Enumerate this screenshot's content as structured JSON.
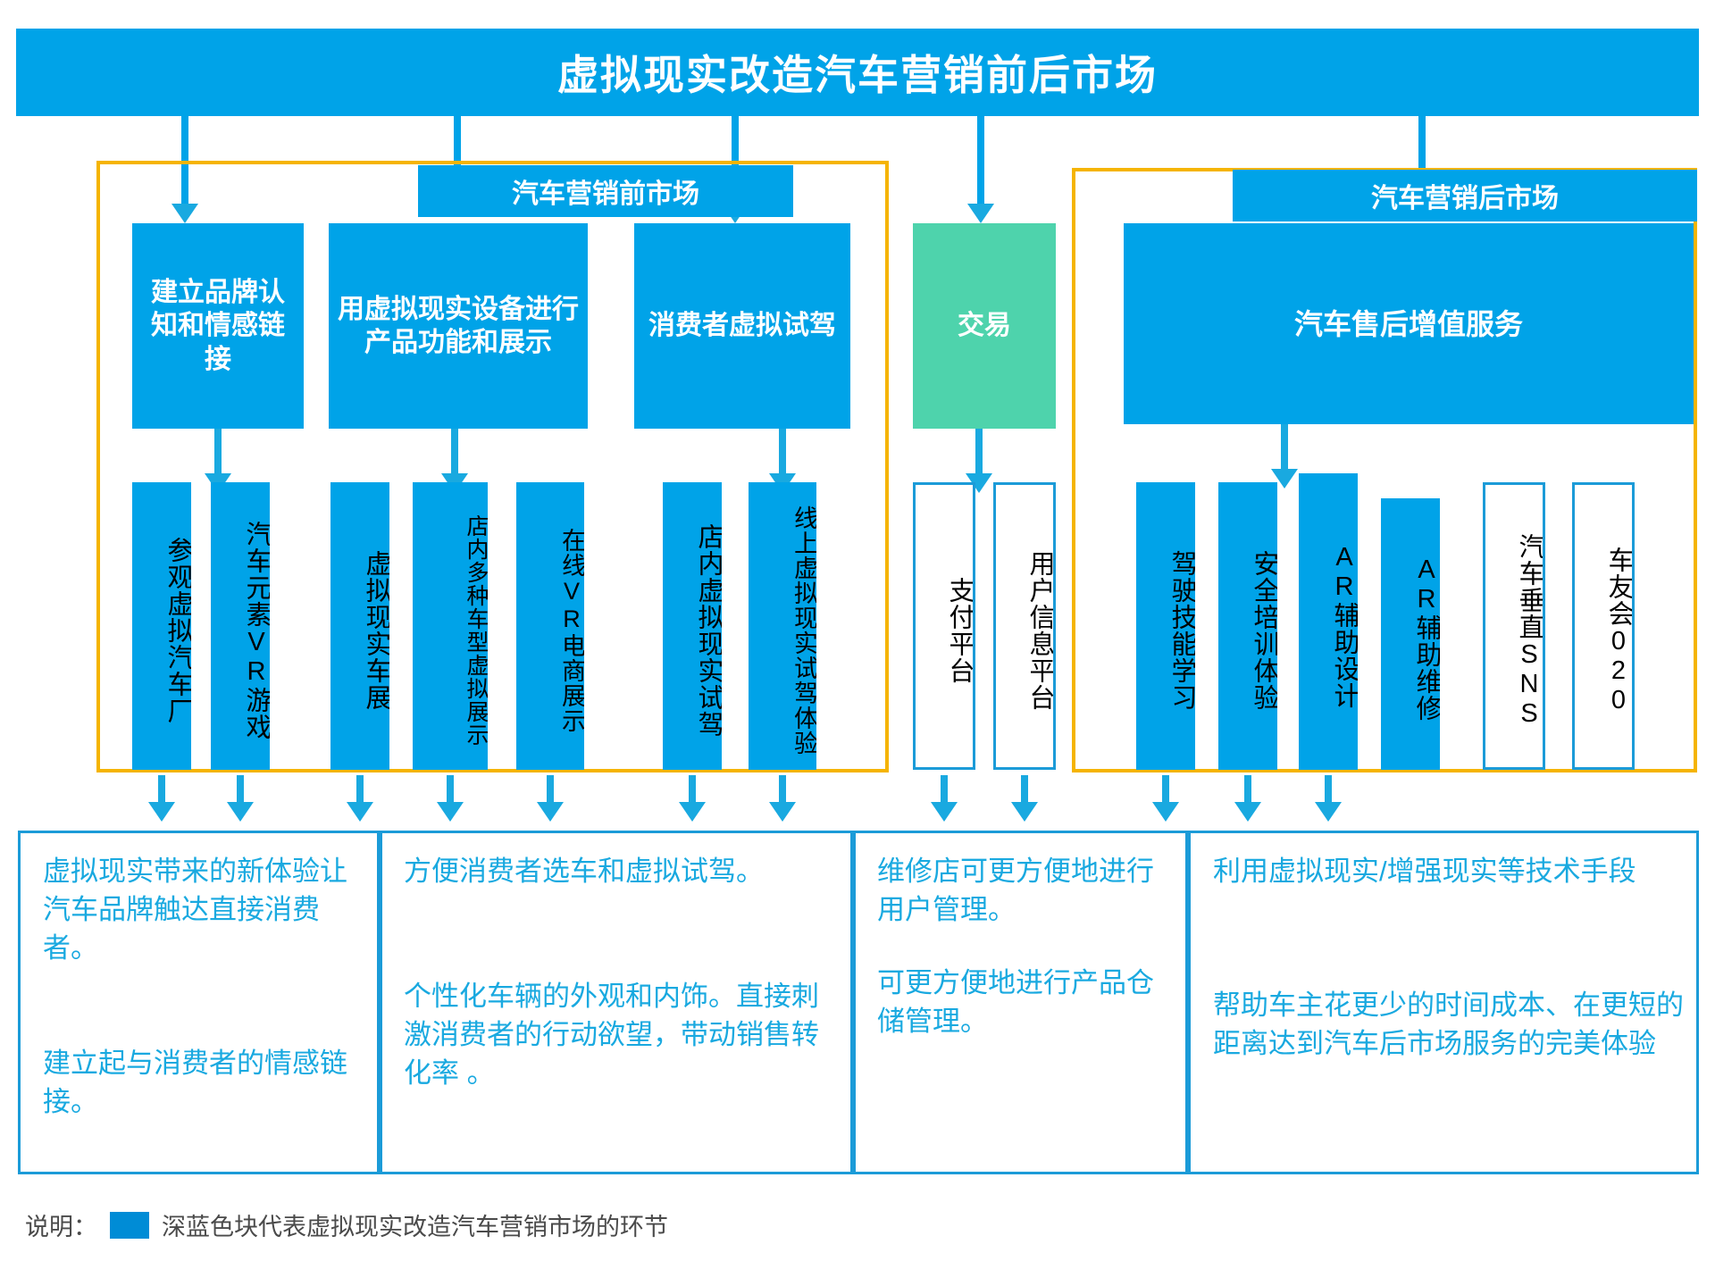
{
  "title": "虚拟现实改造汽车营销前后市场",
  "groups": {
    "pre_market_label": "汽车营销前市场",
    "post_market_label": "汽车营销后市场"
  },
  "level2": [
    {
      "id": "brand",
      "label": "建立品牌认知和情感链接",
      "color": "#00A3E8"
    },
    {
      "id": "device",
      "label": "用虚拟现实设备进行产品功能和展示",
      "color": "#00A3E8"
    },
    {
      "id": "testdr",
      "label": "消费者虚拟试驾",
      "color": "#00A3E8"
    },
    {
      "id": "trade",
      "label": "交易",
      "color": "#4ED3AC"
    },
    {
      "id": "after",
      "label": "汽车售后增值服务",
      "color": "#00A3E8"
    }
  ],
  "level3": [
    {
      "id": "n1",
      "label": "参观虚拟汽车厂",
      "style": "filled"
    },
    {
      "id": "n2",
      "label": "汽车元素VR游戏",
      "style": "filled"
    },
    {
      "id": "n3",
      "label": "虚拟现实车展",
      "style": "filled"
    },
    {
      "id": "n4",
      "label": "店内多种车型虚拟展示",
      "style": "filled"
    },
    {
      "id": "n5",
      "label": "在线VR电商展示",
      "style": "filled"
    },
    {
      "id": "n6",
      "label": "店内虚拟现实试驾",
      "style": "filled"
    },
    {
      "id": "n7",
      "label": "线上虚拟现实试驾体验",
      "style": "filled"
    },
    {
      "id": "n8",
      "label": "支付平台",
      "style": "outline"
    },
    {
      "id": "n9",
      "label": "用户信息平台",
      "style": "outline"
    },
    {
      "id": "n10",
      "label": "驾驶技能学习",
      "style": "filled"
    },
    {
      "id": "n11",
      "label": "安全培训体验",
      "style": "filled"
    },
    {
      "id": "n12",
      "label": "AR辅助设计",
      "style": "filled"
    },
    {
      "id": "n13",
      "label": "AR辅助维修",
      "style": "filled"
    },
    {
      "id": "n14",
      "label": "汽车垂直SNS",
      "style": "outline"
    },
    {
      "id": "n15",
      "label": "车友会020",
      "style": "outline"
    }
  ],
  "notes": [
    {
      "id": "note1",
      "para1": "虚拟现实带来的新体验让汽车品牌触达直接消费者。",
      "para2": "建立起与消费者的情感链接。"
    },
    {
      "id": "note2",
      "para1": "方便消费者选车和虚拟试驾。",
      "para2": "个性化车辆的外观和内饰。直接刺激消费者的行动欲望，带动销售转化率 。"
    },
    {
      "id": "note3",
      "para1": "维修店可更方便地进行用户管理。",
      "para2": "可更方便地进行产品仓储管理。"
    },
    {
      "id": "note4",
      "para1": "利用虚拟现实/增强现实等技术手段",
      "para2": "帮助车主花更少的时间成本、在更短的距离达到汽车后市场服务的完美体验"
    }
  ],
  "legend": {
    "label": "说明：",
    "swatch_color": "#008CD6",
    "description": "深蓝色块代表虚拟现实改造汽车营销市场的环节"
  },
  "colors": {
    "primary_blue": "#00A3E8",
    "green": "#4ED3AC",
    "orange_frame": "#F5B400",
    "outline_blue": "#1B9BD8",
    "note_text": "#19A9E0"
  }
}
